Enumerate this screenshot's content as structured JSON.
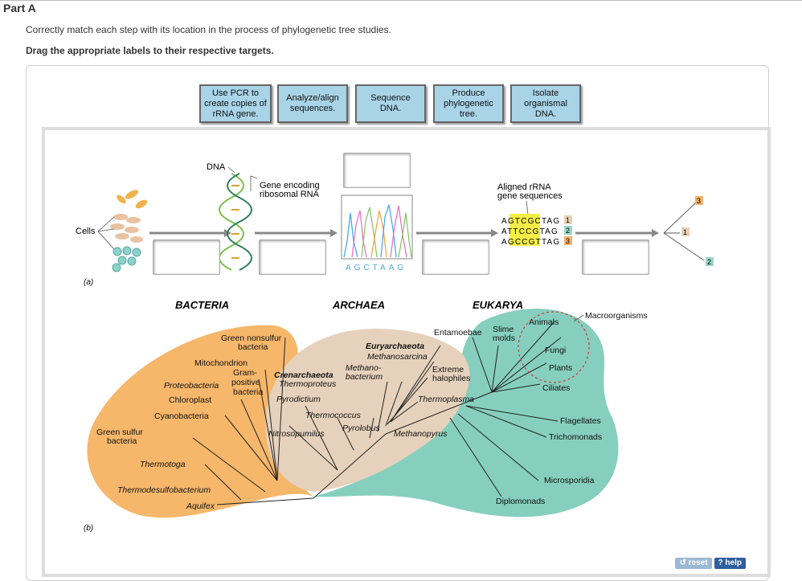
{
  "part_title": "Part A",
  "instruction": "Correctly match each step with its location in the process of phylogenetic tree studies.",
  "instruction_bold": "Drag the appropriate labels to their respective targets.",
  "labels": [
    "Use PCR to create copies of rRNA gene.",
    "Analyze/align sequences.",
    "Sequence DNA.",
    "Produce phylogenetic tree.",
    "Isolate organismal DNA."
  ],
  "figure_a": {
    "cells": "Cells",
    "dna": "DNA",
    "gene_line1": "Gene encoding",
    "gene_line2": "ribosomal RNA",
    "seq_letters": "AGCTAAG",
    "aligned_line1": "Aligned rRNA",
    "aligned_line2": "gene sequences",
    "sequences": [
      "AGTCGCTAG",
      "ATTCCGTAG",
      "AGCCGTTAG"
    ],
    "seq_numbers": [
      "1",
      "2",
      "3"
    ],
    "panel_label": "(a)",
    "tree_labels": [
      "3",
      "1",
      "2"
    ]
  },
  "figure_b": {
    "panel_label": "(b)",
    "domains": [
      "BACTERIA",
      "ARCHAEA",
      "EUKARYA"
    ],
    "bacteria": {
      "green_nonsulfur_1": "Green nonsulfur",
      "green_nonsulfur_2": "bacteria",
      "mitochondrion": "Mitochondrion",
      "gram1": "Gram-",
      "gram2": "positive",
      "gram3": "bacteria",
      "proteobacteria": "Proteobacteria",
      "chloroplast": "Chloroplast",
      "cyanobacteria": "Cyanobacteria",
      "green_sulfur_1": "Green sulfur",
      "green_sulfur_2": "bacteria",
      "thermotoga": "Thermotoga",
      "thermodesulfobacterium": "Thermodesulfobacterium",
      "aquifex": "Aquifex"
    },
    "archaea": {
      "euryarchaeota": "Euryarchaeota",
      "methanosarcina": "Methanosarcina",
      "methano1": "Methano-",
      "methano2": "bacterium",
      "crenarchaeota": "Crenarchaeota",
      "thermoproteus": "Thermoproteus",
      "extreme1": "Extreme",
      "extreme2": "halophiles",
      "pyrodictium": "Pyrodictium",
      "thermoplasma": "Thermoplasma",
      "thermococcus": "Thermococcus",
      "pyrolobus": "Pyrolobus",
      "nitrosopumilus": "Nitrosopumilus",
      "methanopyrus": "Methanopyrus"
    },
    "eukarya": {
      "entamoebae": "Entamoebae",
      "slime1": "Slime",
      "slime2": "molds",
      "animals": "Animals",
      "macroorganisms": "Macroorganisms",
      "fungi": "Fungi",
      "plants": "Plants",
      "ciliates": "Ciliates",
      "flagellates": "Flagellates",
      "trichomonads": "Trichomonads",
      "microsporidia": "Microsporidia",
      "diplomonads": "Diplomonads"
    }
  },
  "buttons": {
    "reset": "↺ reset",
    "help": "? help"
  },
  "colors": {
    "bacteria": "#f6b76b",
    "archaea": "#e6d2bc",
    "eukarya": "#86cfbe",
    "label_bg": "#a9d4e8",
    "highlight": "#f5ee45"
  }
}
